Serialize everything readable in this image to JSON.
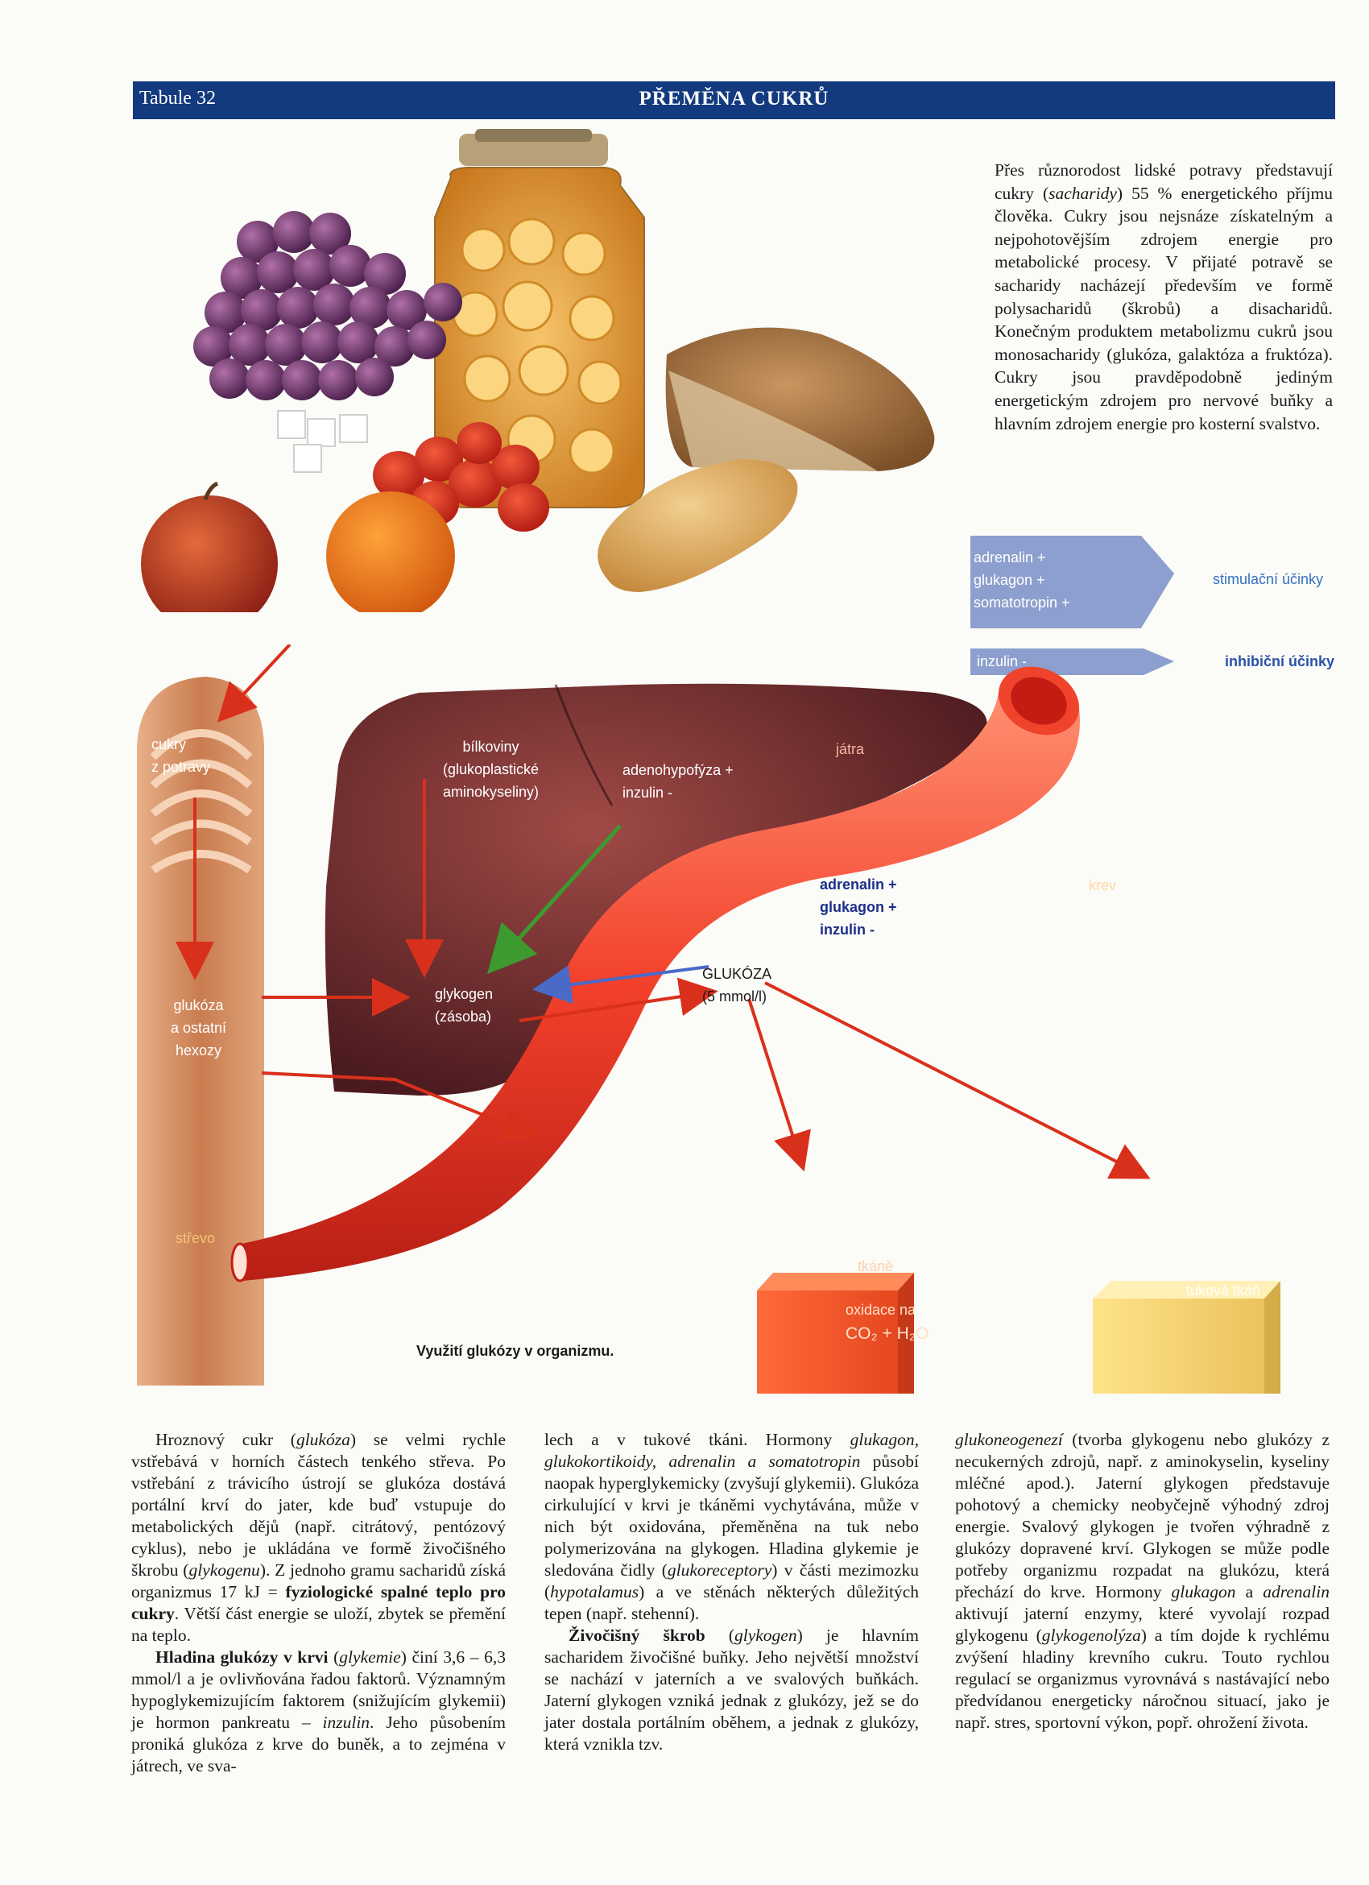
{
  "header": {
    "plate": "Tabule 32",
    "title": "PŘEMĚNA CUKRŮ"
  },
  "intro": [
    {
      "t": "Přes různorodost lidské potravy představují cukry ("
    },
    {
      "t": "sacharidy",
      "s": "i"
    },
    {
      "t": ") 55 % energetického příjmu člověka. Cukry jsou nejsnáze získatelným a nejpohotovějším zdrojem energie pro metabolické procesy. V přijaté potravě se sacharidy nacházejí především ve formě polysacharidů (škrobů) a disacharidů. Konečným produktem metabolizmu cukrů jsou monosacharidy (glukóza, galaktóza a fruktóza). Cukry jsou pravděpodobně jediným energetickým zdrojem pro nervové buňky a hlavním zdrojem energie pro kosterní svalstvo."
    }
  ],
  "legend": {
    "stim_lines": [
      "adrenalin +",
      "glukagon +",
      "somatotropin +"
    ],
    "stim_label": "stimulační účinky",
    "inhib_line": "inzulin -",
    "inhib_label": "inhibiční účinky"
  },
  "diagram": {
    "cukry": [
      "cukry",
      "z potravy"
    ],
    "glukoza_hexozy": [
      "glukóza",
      "a ostatní",
      "hexozy"
    ],
    "strevo": "střevo",
    "bilkoviny": [
      "bílkoviny",
      "(glukoplastické",
      "aminokyseliny)"
    ],
    "adeno": [
      "adenohypofýza +",
      "inzulin -"
    ],
    "jatra": "játra",
    "krev": "krev",
    "hormones": [
      "adrenalin +",
      "glukagon +",
      "inzulin -"
    ],
    "glykogen": [
      "glykogen",
      "(zásoba)"
    ],
    "glukoza_krev": [
      "GLUKÓZA",
      "(5 mmol/l)"
    ],
    "tkane": "tkáně",
    "oxidace": "oxidace na",
    "oxidace_formula": "CO₂ + H₂O",
    "tukova": "tuková tkáň",
    "caption": "Využití glukózy v organizmu."
  },
  "columns": [
    [
      {
        "p": [
          {
            "t": "Hroznový cukr ("
          },
          {
            "t": "glukóza",
            "s": "i"
          },
          {
            "t": ") se velmi rychle vstřebává v horních částech tenkého střeva. Po vstřebání z trávicího ústrojí se glukóza dostává portální krví do jater, kde buď vstupuje do metabolických dějů (např. citrátový, pentózový cyklus), nebo je ukládána ve formě živočišného škrobu ("
          },
          {
            "t": "glykogenu",
            "s": "i"
          },
          {
            "t": "). Z jednoho gramu sacharidů získá organizmus 17 kJ = "
          },
          {
            "t": "fyziologické spalné teplo pro cukry",
            "s": "b"
          },
          {
            "t": ". Větší část energie se uloží, zbytek se přemění na teplo."
          }
        ]
      },
      {
        "p": [
          {
            "t": "Hladina glukózy v krvi",
            "s": "b"
          },
          {
            "t": " ("
          },
          {
            "t": "glykemie",
            "s": "i"
          },
          {
            "t": ") činí 3,6 – 6,3 mmol/l a je ovlivňována řadou faktorů. Významným hypoglykemizujícím faktorem (snižujícím glykemii) je hormon pankreatu – "
          },
          {
            "t": "inzulin",
            "s": "i"
          },
          {
            "t": ". Jeho působením proniká glukóza z krve do buněk, a to zejména v játrech, ve sva-"
          }
        ]
      }
    ],
    [
      {
        "noindent": true,
        "p": [
          {
            "t": "lech a v tukové tkáni. Hormony "
          },
          {
            "t": "glukagon, glukokortikoidy, adrenalin a somatotropin",
            "s": "i"
          },
          {
            "t": " působí naopak hyperglykemicky (zvyšují glykemii). Glukóza cirkulující v krvi je tkáněmi vychytávána, může v nich být oxidována, přeměněna na tuk nebo polymerizována na glykogen. Hladina glykemie je sledována čidly ("
          },
          {
            "t": "glukoreceptory",
            "s": "i"
          },
          {
            "t": ") v části mezimozku ("
          },
          {
            "t": "hypotalamus",
            "s": "i"
          },
          {
            "t": ") a ve stěnách některých důležitých tepen (např. stehenní)."
          }
        ]
      },
      {
        "p": [
          {
            "t": "Živočišný škrob",
            "s": "b"
          },
          {
            "t": " ("
          },
          {
            "t": "glykogen",
            "s": "i"
          },
          {
            "t": ") je hlavním sacharidem živočišné buňky. Jeho největší množství se nachází v jaterních a ve svalových buňkách. Jaterní glykogen vzniká jednak z glukózy, jež se do jater dostala portálním oběhem, a jednak z glukózy, která vznikla tzv."
          }
        ]
      }
    ],
    [
      {
        "noindent": true,
        "p": [
          {
            "t": "glukoneogenezí",
            "s": "i"
          },
          {
            "t": " (tvorba glykogenu nebo glukózy z necukerných zdrojů, např. z aminokyselin, kyseliny mléčné apod.). Jaterní glykogen představuje pohotový a chemicky neobyčejně výhodný zdroj energie. Svalový glykogen je tvořen výhradně z glukózy dopravené krví. Glykogen se může podle potřeby organizmu rozpadat na glukózu, která přechází do krve. Hormony "
          },
          {
            "t": "glukagon",
            "s": "i"
          },
          {
            "t": " a "
          },
          {
            "t": "adrenalin",
            "s": "i"
          },
          {
            "t": " aktivují jaterní enzymy, které vyvolají rozpad glykogenu ("
          },
          {
            "t": "glykogenolýza",
            "s": "i"
          },
          {
            "t": ") a tím dojde k rychlému zvýšení hladiny krevního cukru. Touto rychlou regulací se organizmus vyrovnává s nastávající nebo předvídanou energeticky náročnou situací, jako je např. stres, sportovní výkon, popř. ohrožení života."
          }
        ]
      }
    ]
  ]
}
